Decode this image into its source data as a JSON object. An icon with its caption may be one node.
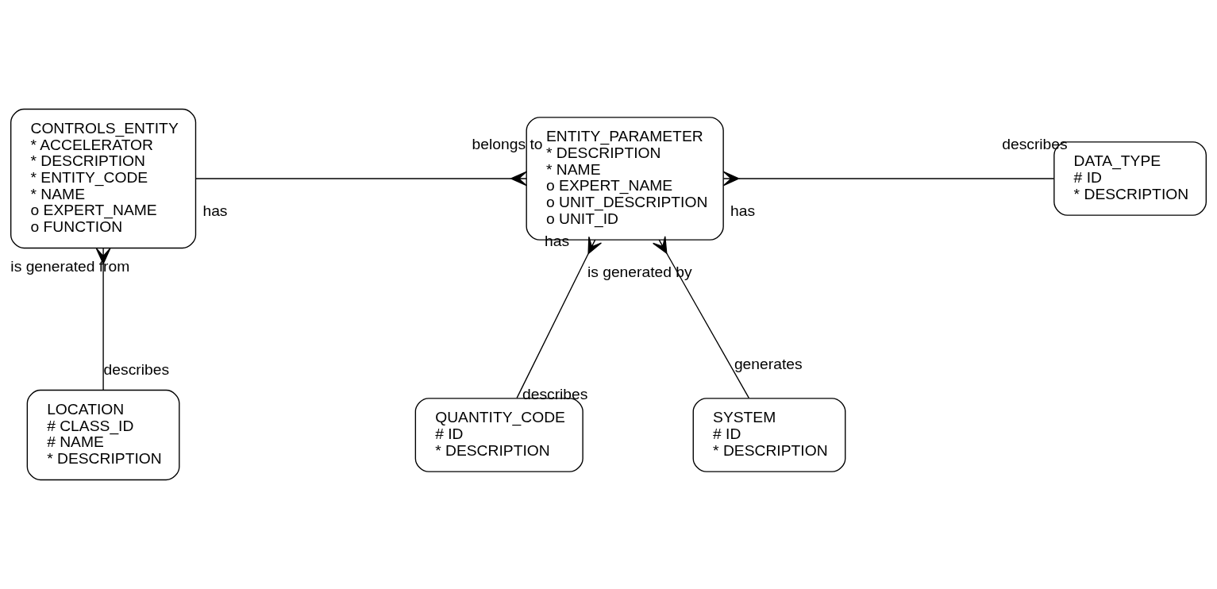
{
  "diagram": {
    "nodes": [
      {
        "text": [
          "CONTROLS_ENTITY",
          "* ACCELERATOR",
          "* DESCRIPTION",
          "* ENTITY_CODE",
          "* NAME",
          "o EXPERT_NAME",
          "o FUNCTION"
        ]
      },
      {
        "text": [
          "ENTITY_PARAMETER",
          "* DESCRIPTION",
          "* NAME",
          "o EXPERT_NAME",
          "o UNIT_DESCRIPTION",
          "o UNIT_ID"
        ]
      },
      {
        "text": [
          "DATA_TYPE",
          "# ID",
          "* DESCRIPTION"
        ]
      },
      {
        "text": [
          "QUANTITY_CODE",
          "# ID",
          "* DESCRIPTION"
        ]
      },
      {
        "text": [
          "SYSTEM",
          "# ID",
          "* DESCRIPTION"
        ]
      },
      {
        "text": [
          "LOCATION",
          "# CLASS_ID",
          "# NAME",
          "* DESCRIPTION"
        ]
      }
    ],
    "edges": [
      {
        "from": 0,
        "to": 1,
        "arrow": "other",
        "label": "belongs to"
      },
      {
        "from": 2,
        "to": 1,
        "arrow": "other",
        "label": "has"
      },
      {
        "from": 3,
        "to": 1,
        "arrow": "other",
        "label": "has"
      },
      {
        "from": 4,
        "to": 1,
        "arrow": "other",
        "label": "is generated by"
      },
      {
        "from": 5,
        "to": 0,
        "arrow": "other",
        "label": "is generated from"
      }
    ],
    "labels": [
      "has",
      "describes",
      "describes",
      "generates",
      "describes"
    ]
  }
}
